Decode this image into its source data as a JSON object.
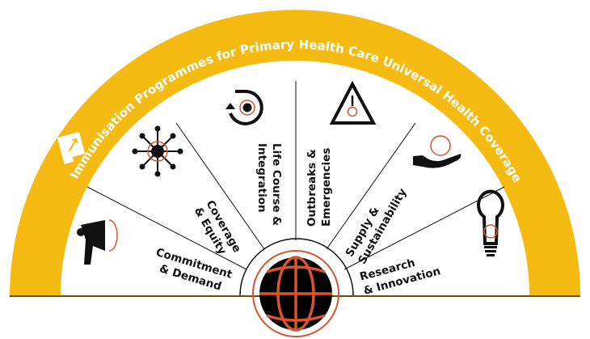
{
  "title": "Immunisation Programmes for Primary Health Care Universal Health Coverage",
  "colors": {
    "arc": "#F5BB12",
    "accent": "#D9532E",
    "ink": "#111111",
    "baseline": "#6b4e00"
  },
  "segments": [
    {
      "line1": "Commitment",
      "line2": "& Demand",
      "icon": "megaphone-icon"
    },
    {
      "line1": "Coverage",
      "line2": "& Equity",
      "icon": "network-hub-icon"
    },
    {
      "line1": "Life Course &",
      "line2": "Integration",
      "icon": "cycle-arrow-icon"
    },
    {
      "line1": "Outbreaks &",
      "line2": "Emergencies",
      "icon": "warning-triangle-icon"
    },
    {
      "line1": "Supply &",
      "line2": "Sustainability",
      "icon": "hand-holding-icon"
    },
    {
      "line1": "Research",
      "line2": "& Innovation",
      "icon": "lightbulb-icon"
    }
  ],
  "center_icon": "globe-icon",
  "logo_icon": "logo-icon"
}
